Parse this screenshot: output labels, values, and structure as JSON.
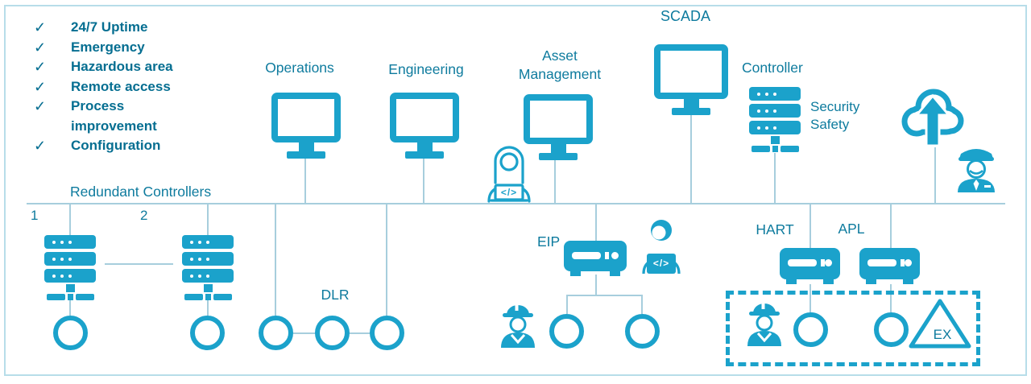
{
  "colors": {
    "icon": "#1ba2cb",
    "label": "#0e7b9e",
    "checklist": "#056e91",
    "line": "#a7cedd",
    "frame": "#b7dde9"
  },
  "checklist": {
    "glyph": "✓",
    "items": [
      "24/7 Uptime",
      "Emergency",
      "Hazardous area",
      "Remote access",
      "Process improvement",
      "Configuration"
    ]
  },
  "labels": {
    "redundant_controllers": "Redundant Controllers",
    "controller_1": "1",
    "controller_2": "2",
    "operations": "Operations",
    "engineering": "Engineering",
    "asset_management": "Asset Management",
    "scada": "SCADA",
    "controller": "Controller",
    "security_safety": "Security Safety",
    "dlr": "DLR",
    "eip": "EIP",
    "hart": "HART",
    "apl": "APL",
    "ex": "EX",
    "code_glyph": "</>"
  }
}
